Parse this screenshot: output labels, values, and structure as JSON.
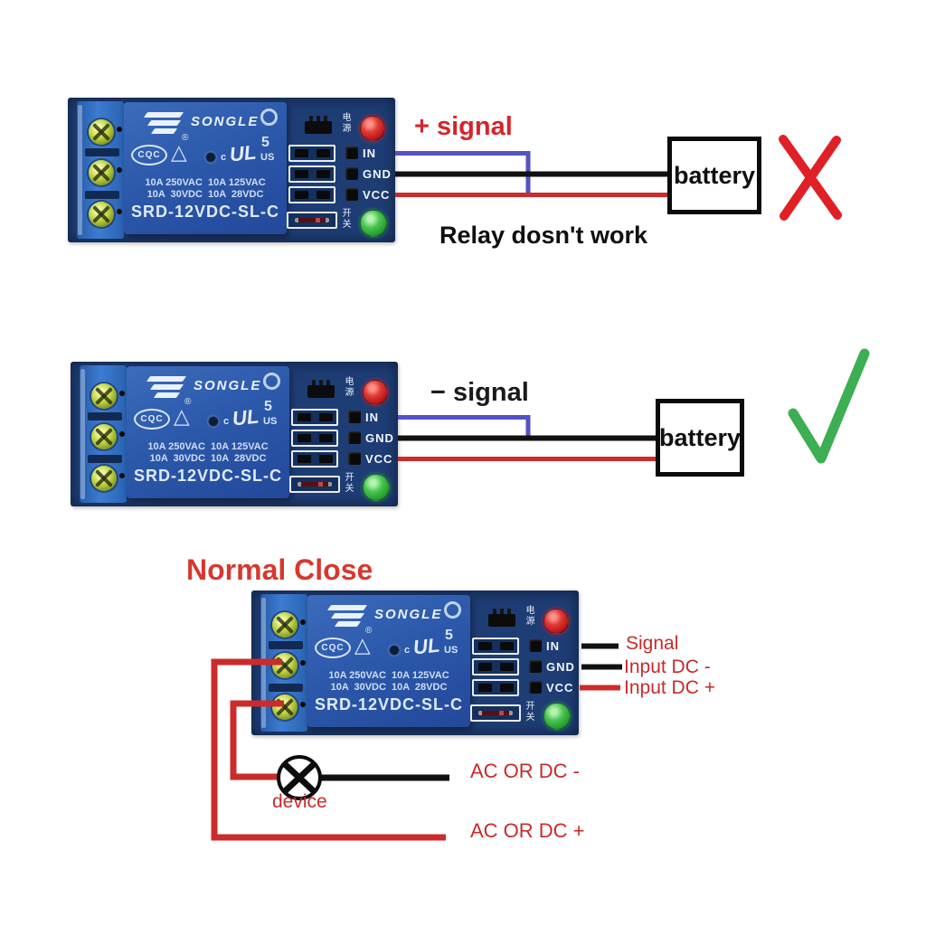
{
  "relay_module": {
    "brand": "SONGLE",
    "registered_mark": "®",
    "cqc_mark": "CQC",
    "triangle_icon": "△",
    "ul_prefix": "c",
    "ul_mark": "UL",
    "ul_number": "5",
    "ul_suffix": "US",
    "rating_line1": "10A 250VAC  10A 125VAC",
    "rating_line2": "10A  30VDC  10A  28VDC",
    "model": "SRD-12VDC-SL-C",
    "pins": [
      "IN",
      "GND",
      "VCC"
    ],
    "power_label_cn": "电源",
    "switch_label_cn": "开关"
  },
  "scenario_wrong": {
    "signal_label": "+ signal",
    "battery_label": "battery",
    "caption": "Relay dosn't work",
    "result_icon": "red-cross"
  },
  "scenario_correct": {
    "signal_label": "− signal",
    "battery_label": "battery",
    "result_icon": "green-check"
  },
  "scenario_normal_close": {
    "title": "Normal Close",
    "pin_wire_labels": [
      "Signal",
      "Input DC -",
      "Input DC +"
    ],
    "device_label": "device",
    "load_negative_label": "AC OR DC -",
    "load_positive_label": "AC OR DC +"
  },
  "colors": {
    "signal_wire_blue": "#5552c4",
    "ground_wire_black": "#111111",
    "power_wire_red": "#cc2b2b",
    "cross_red": "#e02027",
    "check_green": "#3dae51",
    "label_red": "#c62b2b",
    "title_red": "#d6382f",
    "pcb_blue": "#1e3d75",
    "relay_blue": "#2b57a8",
    "terminal_block_blue": "#2f6fc0"
  }
}
